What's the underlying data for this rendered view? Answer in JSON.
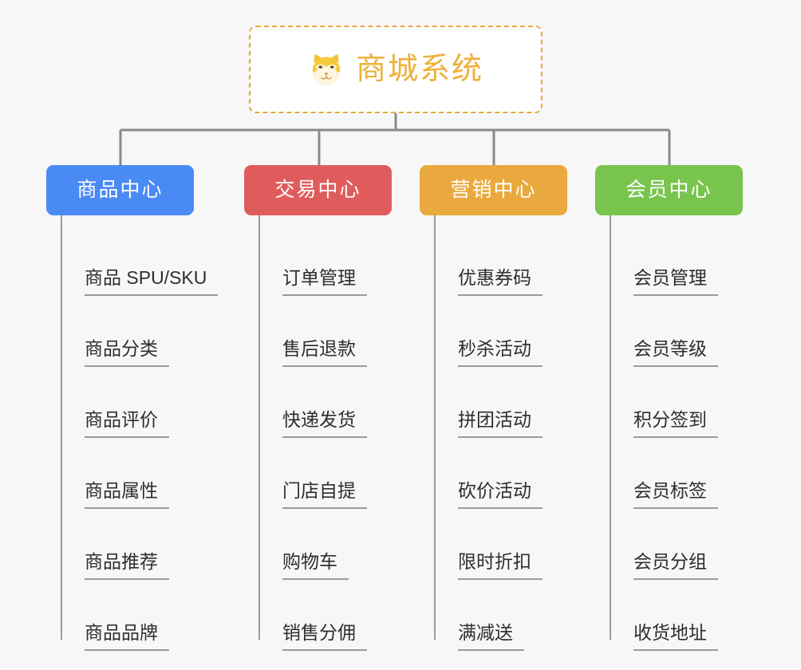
{
  "page": {
    "background_color": "#f7f7f7",
    "connector_color": "#8a8a8a"
  },
  "root": {
    "title": "商城系统",
    "icon": "shiba-dog-icon",
    "text_color": "#eeb03a",
    "border_color": "#eaa83c",
    "background_color": "#ffffff"
  },
  "branches": [
    {
      "label": "商品中心",
      "color": "#4a8af4",
      "items": [
        "商品 SPU/SKU",
        "商品分类",
        "商品评价",
        "商品属性",
        "商品推荐",
        "商品品牌"
      ]
    },
    {
      "label": "交易中心",
      "color": "#e05c5c",
      "items": [
        "订单管理",
        "售后退款",
        "快递发货",
        "门店自提",
        "购物车",
        "销售分佣"
      ]
    },
    {
      "label": "营销中心",
      "color": "#eaa93e",
      "items": [
        "优惠券码",
        "秒杀活动",
        "拼团活动",
        "砍价活动",
        "限时折扣",
        "满减送"
      ]
    },
    {
      "label": "会员中心",
      "color": "#79c44d",
      "items": [
        "会员管理",
        "会员等级",
        "积分签到",
        "会员标签",
        "会员分组",
        "收货地址"
      ]
    }
  ]
}
